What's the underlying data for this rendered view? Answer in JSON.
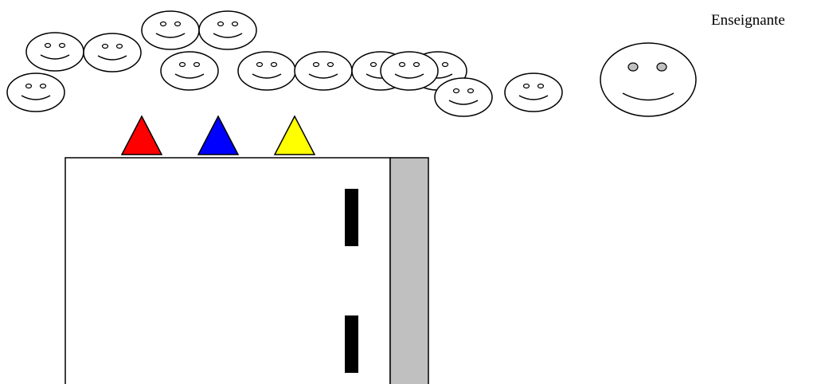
{
  "teacher": {
    "label": "Enseignante"
  },
  "students": {
    "count": 13
  },
  "markers": [
    {
      "color_name": "red",
      "fill": "#ff0000"
    },
    {
      "color_name": "blue",
      "fill": "#0000ff"
    },
    {
      "color_name": "yellow",
      "fill": "#ffff00"
    }
  ],
  "colors": {
    "outline": "#000000",
    "background": "#ffffff",
    "board_side_strip": "#c0c0c0",
    "teacher_eye": "#c0c0c0",
    "student_eye": "#ffffff",
    "slot": "#000000"
  }
}
